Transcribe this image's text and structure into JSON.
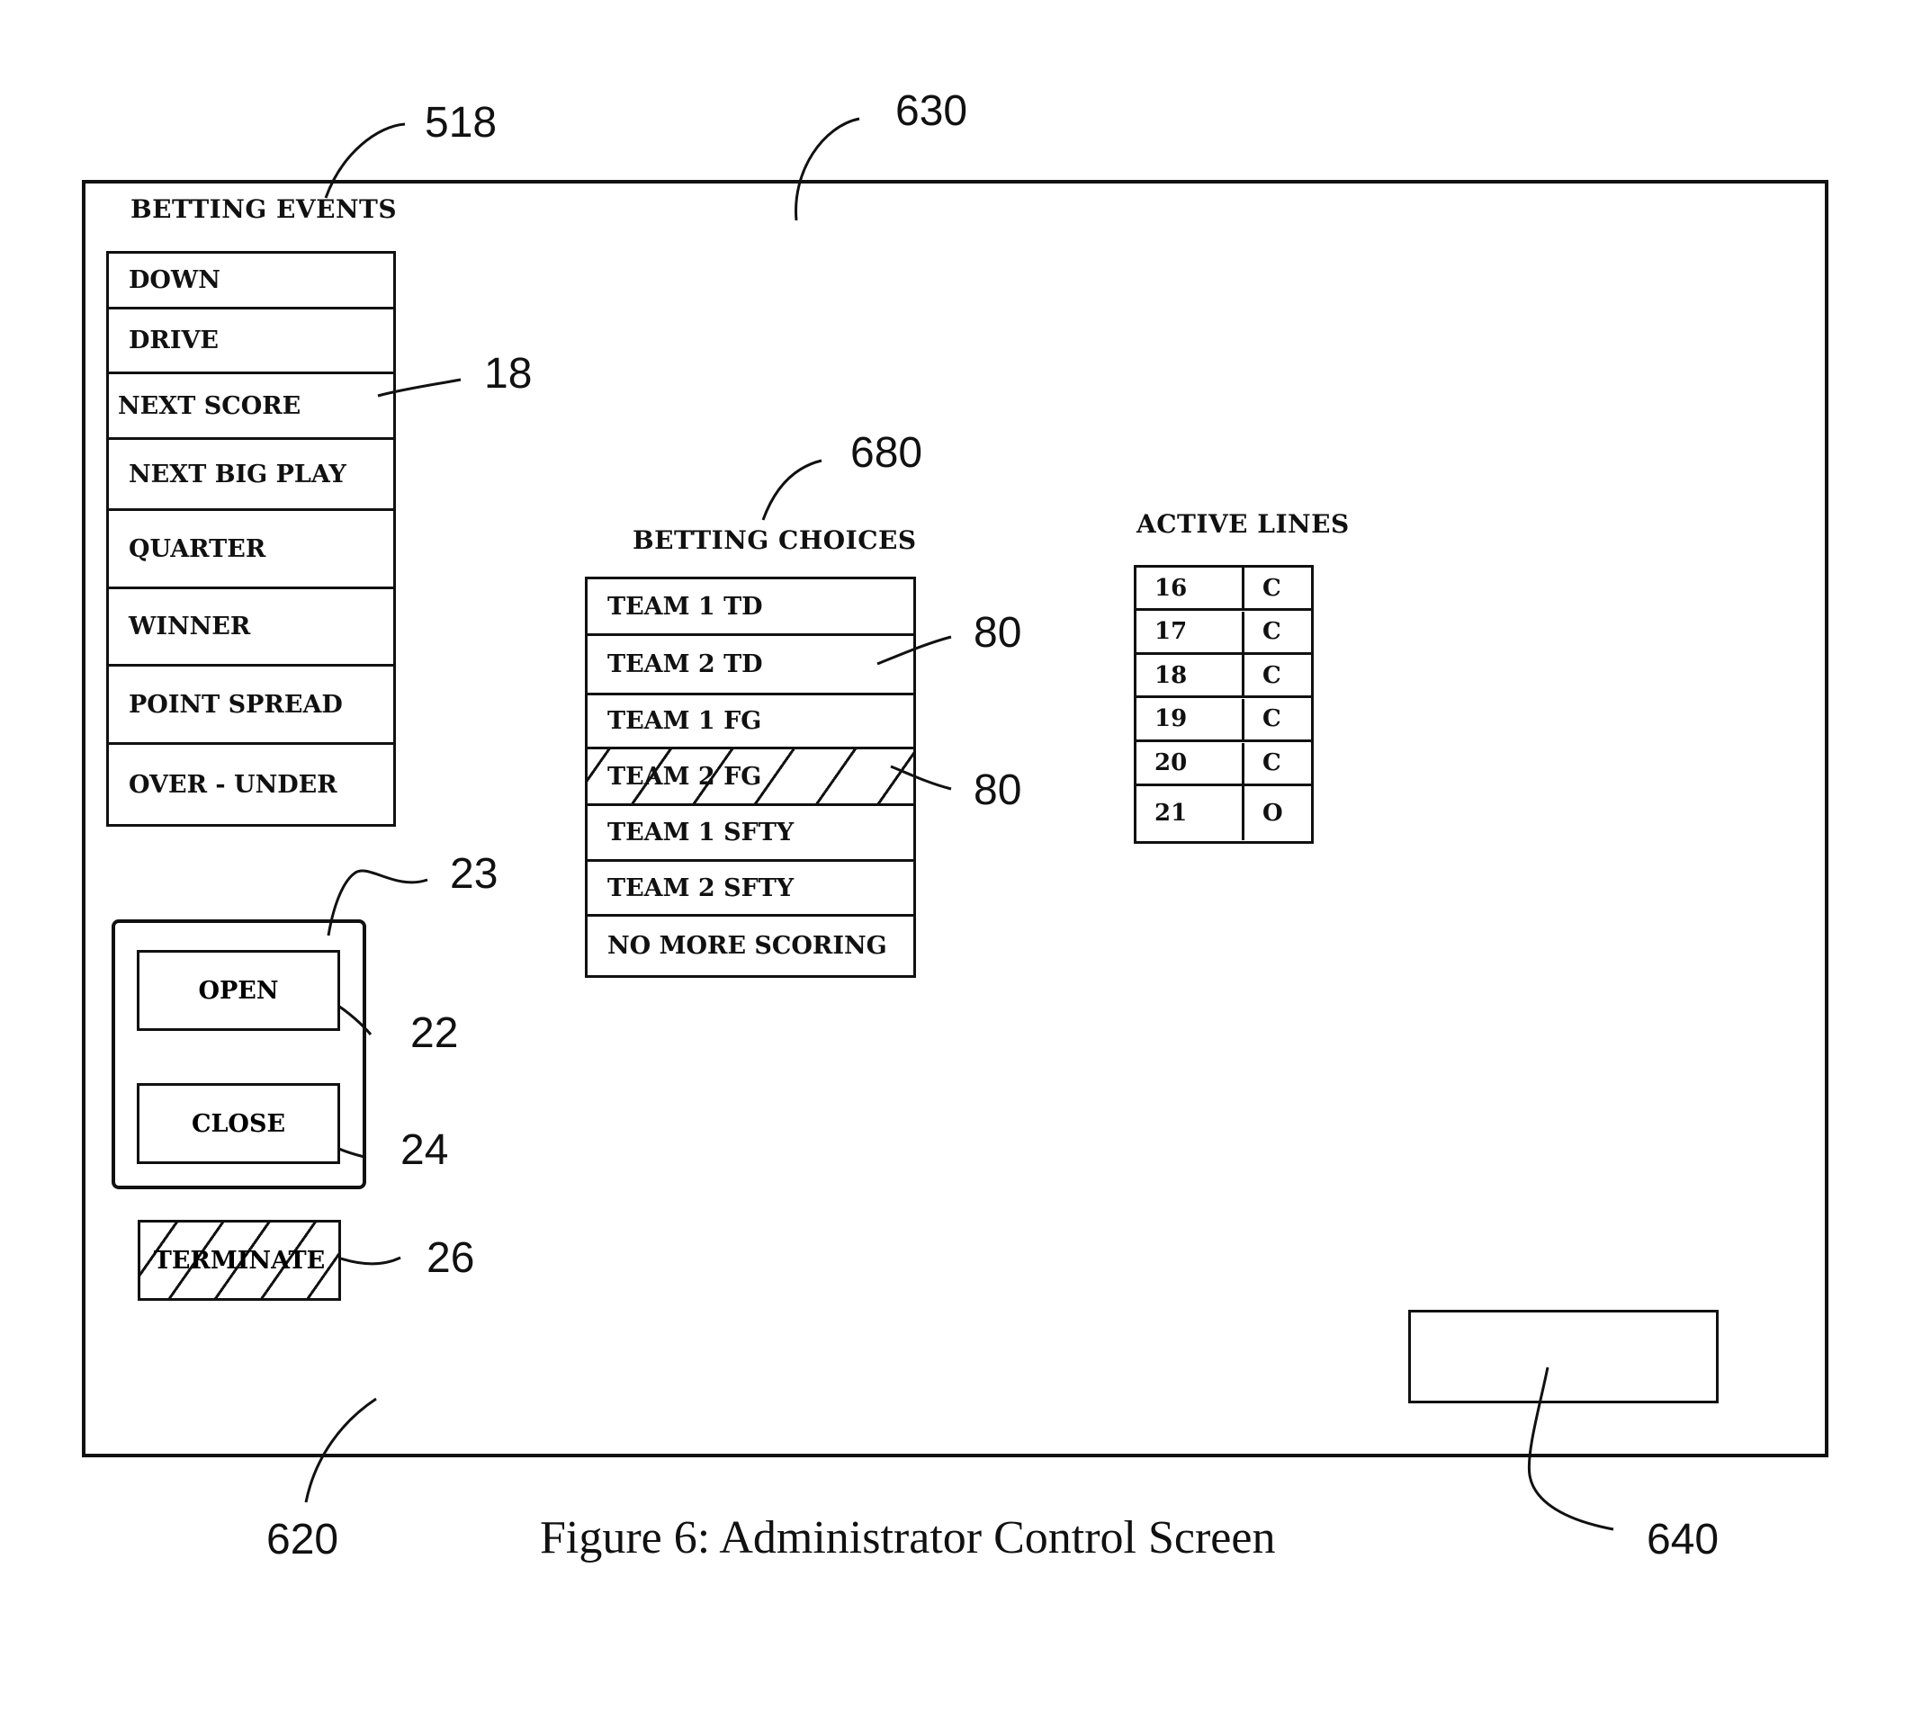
{
  "references": {
    "r518": "518",
    "r630": "630",
    "r18": "18",
    "r680": "680",
    "r80a": "80",
    "r80b": "80",
    "r23": "23",
    "r22": "22",
    "r24": "24",
    "r26": "26",
    "r620": "620",
    "r640": "640"
  },
  "betting_events": {
    "heading": "BETTING EVENTS",
    "items": [
      "DOWN",
      "DRIVE",
      "NEXT SCORE",
      "NEXT BIG PLAY",
      "QUARTER",
      "WINNER",
      "POINT SPREAD",
      "OVER - UNDER"
    ],
    "selected": "NEXT SCORE"
  },
  "betting_choices": {
    "heading": "BETTING CHOICES",
    "items": [
      "TEAM 1 TD",
      "TEAM 2 TD",
      "TEAM 1 FG",
      "TEAM 2 FG",
      "TEAM 1 SFTY",
      "TEAM 2 SFTY",
      "NO MORE SCORING"
    ],
    "selected": "TEAM 2 FG"
  },
  "active_lines": {
    "heading": "ACTIVE LINES",
    "rows": [
      {
        "line": "16",
        "status": "C"
      },
      {
        "line": "17",
        "status": "C"
      },
      {
        "line": "18",
        "status": "C"
      },
      {
        "line": "19",
        "status": "C"
      },
      {
        "line": "20",
        "status": "C"
      },
      {
        "line": "21",
        "status": "O"
      }
    ]
  },
  "controls": {
    "open": "OPEN",
    "close": "CLOSE",
    "terminate": "TERMINATE"
  },
  "caption": "Figure 6:  Administrator Control Screen"
}
